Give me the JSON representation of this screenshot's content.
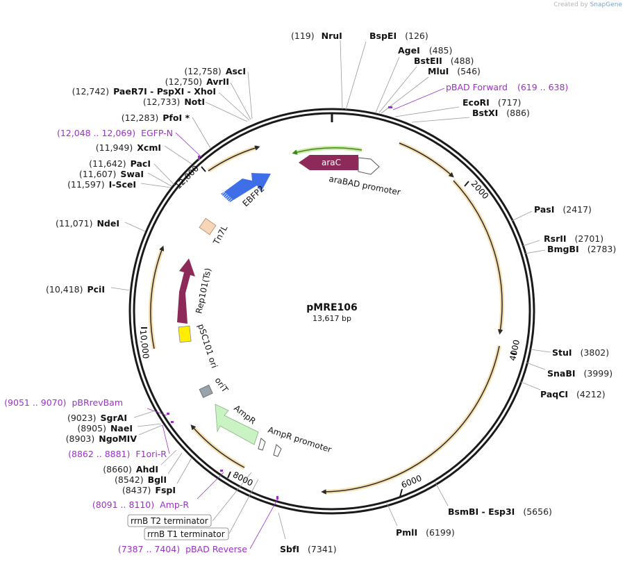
{
  "credit": {
    "prefix": "Created by",
    "brand": "SnapGene"
  },
  "plasmid": {
    "name": "pMRE106",
    "length": "13,617 bp",
    "total_bp": 13617
  },
  "colors": {
    "backbone": "#1a1a1a",
    "orf": "#e8a33d",
    "orf_fill": "#f7dfb0",
    "primer": "#9b30c9",
    "enzyme_line": "#999999"
  },
  "ticks": [
    {
      "bp": 2000,
      "label": "2000"
    },
    {
      "bp": 4000,
      "label": "4000"
    },
    {
      "bp": 6000,
      "label": "6000"
    },
    {
      "bp": 8000,
      "label": "8000"
    },
    {
      "bp": 10000,
      "label": "10,000"
    },
    {
      "bp": 12000,
      "label": "12,000"
    }
  ],
  "enzymes": [
    {
      "pos": "(119)",
      "name": "NruI"
    },
    {
      "pos": "(126)",
      "name": "BspEI"
    },
    {
      "pos": "(485)",
      "name": "AgeI"
    },
    {
      "pos": "(488)",
      "name": "BstEII"
    },
    {
      "pos": "(546)",
      "name": "MluI"
    },
    {
      "pos": "(717)",
      "name": "EcoRI"
    },
    {
      "pos": "(886)",
      "name": "BstXI"
    },
    {
      "pos": "(2417)",
      "name": "PasI"
    },
    {
      "pos": "(2701)",
      "name": "RsrII"
    },
    {
      "pos": "(2783)",
      "name": "BmgBI"
    },
    {
      "pos": "(3802)",
      "name": "StuI"
    },
    {
      "pos": "(3999)",
      "name": "SnaBI"
    },
    {
      "pos": "(4212)",
      "name": "PaqCI"
    },
    {
      "pos": "(5656)",
      "name": "BsmBI - Esp3I"
    },
    {
      "pos": "(6199)",
      "name": "PmlI"
    },
    {
      "pos": "(7341)",
      "name": "SbfI"
    },
    {
      "pos": "(8437)",
      "name": "FspI"
    },
    {
      "pos": "(8542)",
      "name": "BglI"
    },
    {
      "pos": "(8660)",
      "name": "AhdI"
    },
    {
      "pos": "(8903)",
      "name": "NgoMIV"
    },
    {
      "pos": "(8905)",
      "name": "NaeI"
    },
    {
      "pos": "(9023)",
      "name": "SgrAI"
    },
    {
      "pos": "(10,418)",
      "name": "PciI"
    },
    {
      "pos": "(11,071)",
      "name": "NdeI"
    },
    {
      "pos": "(11,597)",
      "name": "I-SceI"
    },
    {
      "pos": "(11,607)",
      "name": "SwaI"
    },
    {
      "pos": "(11,642)",
      "name": "PacI"
    },
    {
      "pos": "(11,949)",
      "name": "XcmI"
    },
    {
      "pos": "(12,283)",
      "name": "PfoI *"
    },
    {
      "pos": "(12,733)",
      "name": "NotI"
    },
    {
      "pos": "(12,742)",
      "name": "PaeR7I - PspXI - XhoI"
    },
    {
      "pos": "(12,750)",
      "name": "AvrII"
    },
    {
      "pos": "(12,758)",
      "name": "AscI"
    }
  ],
  "primers": [
    {
      "name": "pBAD Forward",
      "range": "(619 .. 638)"
    },
    {
      "name": "EGFP-N",
      "range": "(12,048 .. 12,069)"
    },
    {
      "name": "pBRrevBam",
      "range": "(9051 .. 9070)"
    },
    {
      "name": "F1ori-R",
      "range": "(8862 .. 8881)"
    },
    {
      "name": "Amp-R",
      "range": "(8091 .. 8110)"
    },
    {
      "name": "pBAD Reverse",
      "range": "(7387 .. 7404)"
    }
  ],
  "terminators": [
    {
      "name": "rrnB T2 terminator"
    },
    {
      "name": "rrnB T1 terminator"
    }
  ],
  "features": [
    {
      "name": "araC",
      "color": "#8e2a5a"
    },
    {
      "name": "araBAD promoter",
      "color": "#ffffff"
    },
    {
      "name": "EBFP2",
      "color": "#3f6fe8"
    },
    {
      "name": "Tn7L",
      "color": "#f7d6b8"
    },
    {
      "name": "Rep101(Ts)",
      "color": "#8e2a5a"
    },
    {
      "name": "pSC101 ori",
      "color": "#ffee00"
    },
    {
      "name": "oriT",
      "color": "#9aa3ab"
    },
    {
      "name": "AmpR",
      "color": "#c9f3c2"
    },
    {
      "name": "AmpR promoter",
      "color": "#ffffff"
    }
  ]
}
